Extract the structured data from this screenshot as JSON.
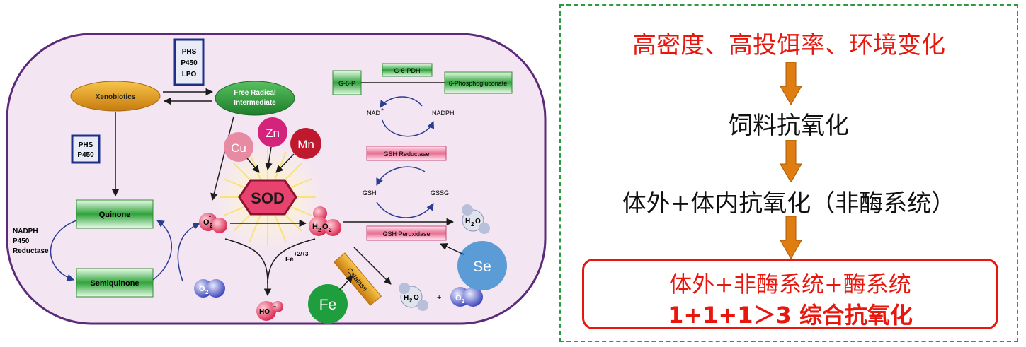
{
  "diagram": {
    "phs_p450_lpo": [
      "PHS",
      "P450",
      "LPO"
    ],
    "phs_p450": [
      "PHS",
      "P450"
    ],
    "xenobiotics": "Xenobiotics",
    "free_radical": [
      "Free Radical",
      "Intermediate"
    ],
    "quinone": "Quinone",
    "semiquinone": "Semiquinone",
    "nadph_reductase": [
      "NADPH",
      "P450",
      "Reductase"
    ],
    "metals": {
      "cu": "Cu",
      "zn": "Zn",
      "mn": "Mn",
      "se": "Se",
      "fe": "Fe"
    },
    "sod": "SOD",
    "superoxide": "O",
    "superoxide_sub": "2",
    "superoxide_sup": "-",
    "h2o2": "H",
    "h2o2_sub1": "2",
    "h2o2_o": "O",
    "h2o2_sub2": "2",
    "fe_label": "Fe",
    "fe_sup": "+2/+3",
    "hydroxyl": "HO",
    "hydroxyl_sup": "−",
    "o2": "O",
    "o2_sub": "2",
    "water": "H",
    "water_sub": "2",
    "water_o": "O",
    "plus": "+",
    "catalase": "Catalase",
    "g6p": "G-6-P",
    "g6pdh": "G-6-PDH",
    "phosphogluconate": "6-Phosphogluconate",
    "nadp": "NAD",
    "nadp_sup": "+",
    "nadph": "NADPH",
    "gsh_reductase": "GSH Reductase",
    "gsh": "GSH",
    "gssg": "GSSG",
    "gsh_peroxidase": "GSH Peroxidase"
  },
  "right_panel": {
    "top_line": "高密度、高投饵率、环境变化",
    "feed_line": "饲料抗氧化",
    "mid_line": "体外+体内抗氧化（非酶系统）",
    "final_line1": "体外+非酶系统+酶系统",
    "final_line2": "1+1+1＞3  综合抗氧化",
    "colors": {
      "red": "#e8160c",
      "arrow": "#e07d10",
      "border": "#2e9a3e"
    }
  }
}
